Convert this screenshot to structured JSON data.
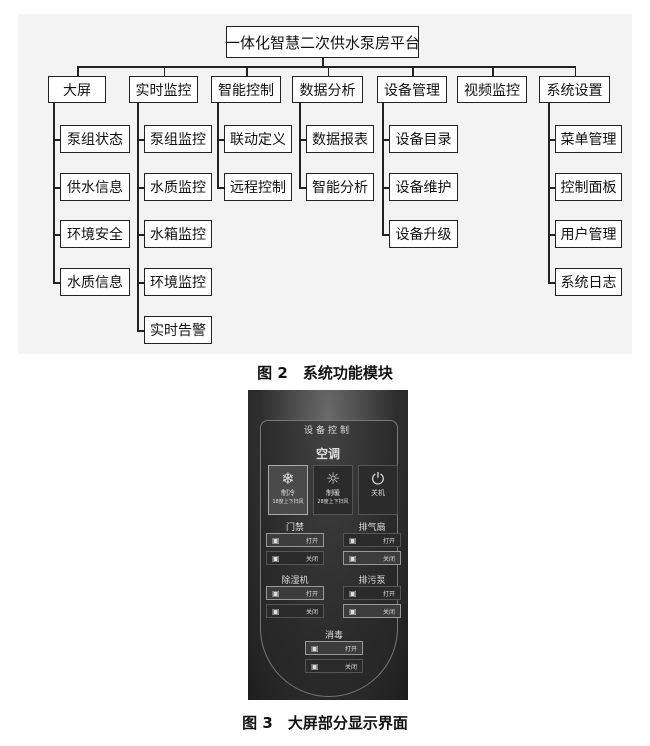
{
  "fig2": {
    "root": "一体化智慧二次供水泵房平台",
    "modules": [
      {
        "label": "大屏",
        "children": [
          "泵组状态",
          "供水信息",
          "环境安全",
          "水质信息"
        ]
      },
      {
        "label": "实时监控",
        "children": [
          "泵组监控",
          "水质监控",
          "水箱监控",
          "环境监控",
          "实时告警"
        ]
      },
      {
        "label": "智能控制",
        "children": [
          "联动定义",
          "远程控制"
        ]
      },
      {
        "label": "数据分析",
        "children": [
          "数据报表",
          "智能分析"
        ]
      },
      {
        "label": "设备管理",
        "children": [
          "设备目录",
          "设备维护",
          "设备升级"
        ]
      },
      {
        "label": "视频监控",
        "children": []
      },
      {
        "label": "系统设置",
        "children": [
          "菜单管理",
          "控制面板",
          "用户管理",
          "系统日志"
        ]
      }
    ],
    "caption": "图 2　系统功能模块"
  },
  "fig3": {
    "title": "设备控制",
    "ac_title": "空调",
    "ac_modes": [
      {
        "label": "制冷",
        "sub": "18度上下扫风",
        "icon": "snowflake-icon",
        "active": true
      },
      {
        "label": "制暖",
        "sub": "28度上下扫风",
        "icon": "sun-icon",
        "active": false
      },
      {
        "label": "关机",
        "sub": "",
        "icon": "power-icon",
        "active": false
      }
    ],
    "groups": [
      {
        "name": "门禁",
        "on": "打开",
        "off": "关闭",
        "active": "on"
      },
      {
        "name": "排气扇",
        "on": "打开",
        "off": "关闭",
        "active": "off"
      },
      {
        "name": "除湿机",
        "on": "打开",
        "off": "关闭",
        "active": "on"
      },
      {
        "name": "排污泵",
        "on": "打开",
        "off": "关闭",
        "active": "off"
      },
      {
        "name": "消毒",
        "on": "打开",
        "off": "关闭",
        "active": "on"
      }
    ],
    "caption": "图 3　大屏部分显示界面"
  }
}
